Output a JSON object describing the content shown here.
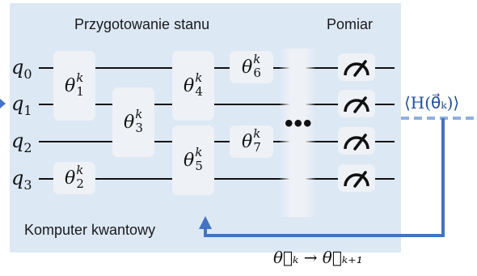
{
  "diagram": {
    "section_prep": "Przygotowanie stanu",
    "section_measure": "Pomiar",
    "panel_caption": "Komputer kwantowy",
    "expectation": "⟨H(θ⃗ₖ)⟩",
    "update_rule": "θ⃗ₖ → θ⃗ₖ₊₁",
    "ellipsis": "•••",
    "qubits": [
      {
        "symbol": "q",
        "index": "0"
      },
      {
        "symbol": "q",
        "index": "1"
      },
      {
        "symbol": "q",
        "index": "2"
      },
      {
        "symbol": "q",
        "index": "3"
      }
    ],
    "gates": [
      {
        "symbol": "θ",
        "sup": "k",
        "sub": "1"
      },
      {
        "symbol": "θ",
        "sup": "k",
        "sub": "2"
      },
      {
        "symbol": "θ",
        "sup": "k",
        "sub": "3"
      },
      {
        "symbol": "θ",
        "sup": "k",
        "sub": "4"
      },
      {
        "symbol": "θ",
        "sup": "k",
        "sub": "5"
      },
      {
        "symbol": "θ",
        "sup": "k",
        "sub": "6"
      },
      {
        "symbol": "θ",
        "sup": "k",
        "sub": "7"
      }
    ],
    "colors": {
      "panel": "#dde8f5",
      "gate": "#eef1f5",
      "arrow": "#4472c4",
      "expectation_text": "#1f4ea0"
    }
  }
}
